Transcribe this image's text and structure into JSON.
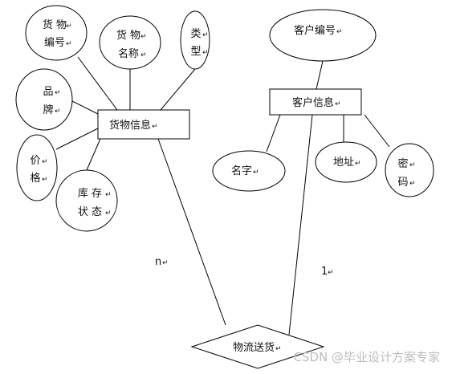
{
  "entities": {
    "goods": "货物信息",
    "customer": "客户信息"
  },
  "relationship": "物流送货",
  "goods_attributes": {
    "number": [
      "货 物",
      "编号"
    ],
    "name": [
      "货 物",
      "名称"
    ],
    "type": [
      "类",
      "型"
    ],
    "brand": [
      "品",
      "牌"
    ],
    "price": [
      "价",
      "格"
    ],
    "stock": [
      "库 存",
      "状 态"
    ]
  },
  "customer_attributes": {
    "number": "客户编号",
    "name": "名字",
    "address": "地址",
    "password": [
      "密",
      "码"
    ]
  },
  "cardinality": {
    "goods_side": "n",
    "customer_side": "1"
  },
  "watermark": "CSDN @毕业设计方案专家",
  "paragraph_mark": "↵"
}
